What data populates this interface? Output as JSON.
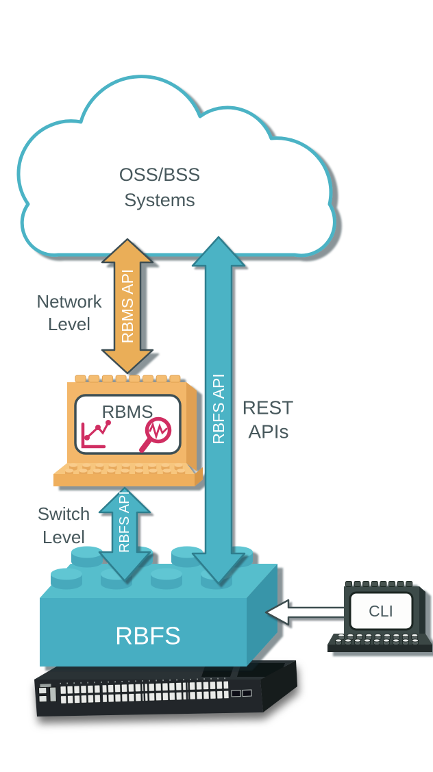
{
  "diagram": {
    "cloud": {
      "line1": "OSS/BSS",
      "line2": "Systems"
    },
    "network_level": {
      "line1": "Network",
      "line2": "Level"
    },
    "switch_level": {
      "line1": "Switch",
      "line2": "Level"
    },
    "rest_apis": {
      "line1": "REST",
      "line2": "APIs"
    },
    "arrows": {
      "rbms_api_label": "RBMS API",
      "rbfs_api_long_label": "RBFS API",
      "rbfs_api_short_label": "RBFS API"
    },
    "nodes": {
      "rbms_label": "RBMS",
      "rbfs_label": "RBFS",
      "cli_label": "CLI"
    },
    "icons": [
      "line-chart-icon",
      "magnifier-waveform-icon"
    ],
    "colors": {
      "teal": "#4BB3C5",
      "teal_brick_front": "#46AEC2",
      "teal_brick_top": "#57BECC",
      "teal_brick_side": "#3895A9",
      "orange": "#EAAE58",
      "orange_laptop": "#F3B76A",
      "pink": "#D02E62",
      "text_dark": "#47585C",
      "cli_dark": "#3D4B4A",
      "switch_dark": "#22282B",
      "white": "#FFFFFF"
    }
  }
}
